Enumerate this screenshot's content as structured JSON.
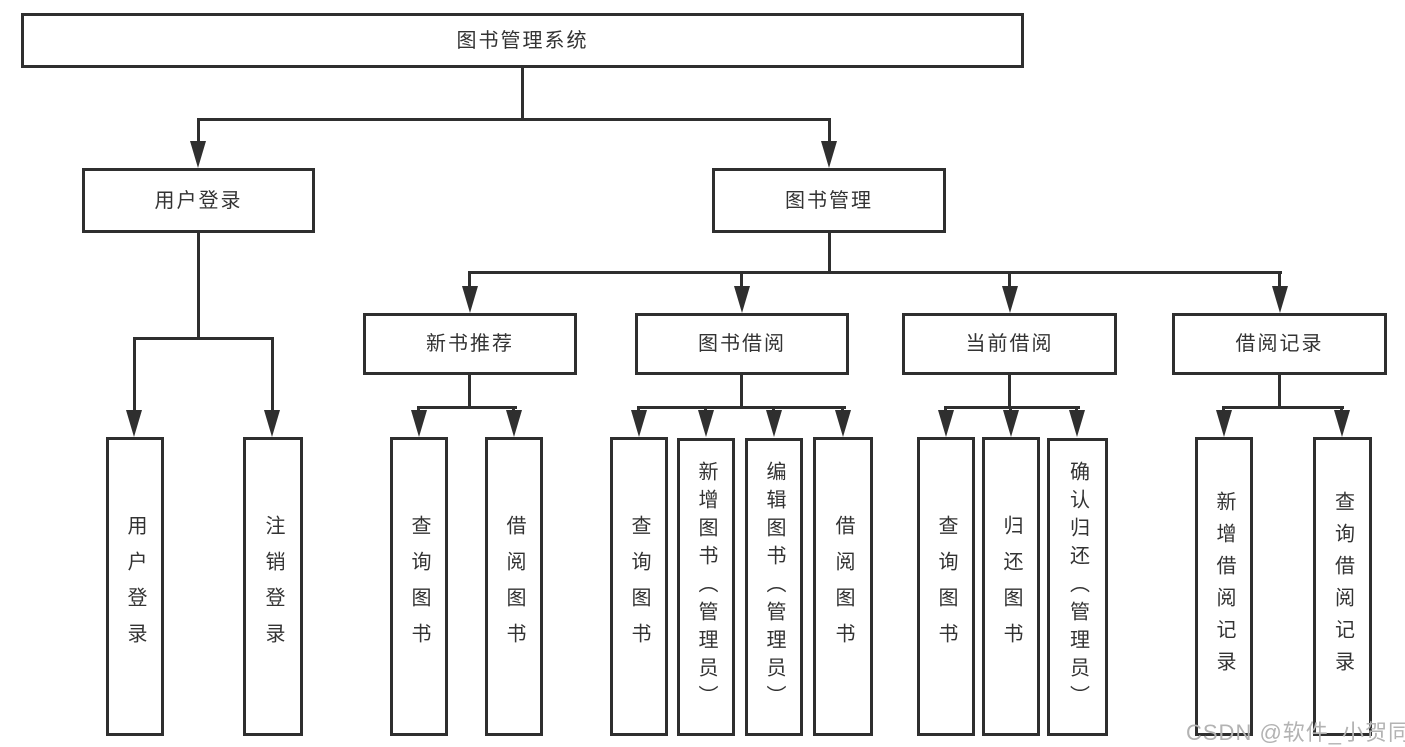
{
  "diagram": {
    "root": {
      "label": "图书管理系统"
    },
    "level2": {
      "user_login": {
        "label": "用户登录"
      },
      "book_management": {
        "label": "图书管理"
      }
    },
    "level3": {
      "new_book_recommend": {
        "label": "新书推荐"
      },
      "book_borrow": {
        "label": "图书借阅"
      },
      "current_borrow": {
        "label": "当前借阅"
      },
      "borrow_record": {
        "label": "借阅记录"
      }
    },
    "leaves": {
      "user_login": {
        "label": "用户登录"
      },
      "logout": {
        "label": "注销登录"
      },
      "recommend_query_book": {
        "label": "查询图书"
      },
      "recommend_borrow_book": {
        "label": "借阅图书"
      },
      "borrow_query_book": {
        "label": "查询图书"
      },
      "borrow_add_book_admin": {
        "label": "新增图书（管理员）"
      },
      "borrow_edit_book_admin": {
        "label": "编辑图书（管理员）"
      },
      "borrow_borrow_book": {
        "label": "借阅图书"
      },
      "current_query_book": {
        "label": "查询图书"
      },
      "current_return_book": {
        "label": "归还图书"
      },
      "current_confirm_return_admin": {
        "label": "确认归还（管理员）"
      },
      "record_add_record": {
        "label": "新增借阅记录"
      },
      "record_query_record": {
        "label": "查询借阅记录"
      }
    }
  },
  "watermark": {
    "text": "CSDN @软件_小贺同学",
    "color": "#b3b3b3"
  },
  "colors": {
    "line": "#2f2f2f",
    "text": "#333333",
    "background": "#ffffff"
  }
}
